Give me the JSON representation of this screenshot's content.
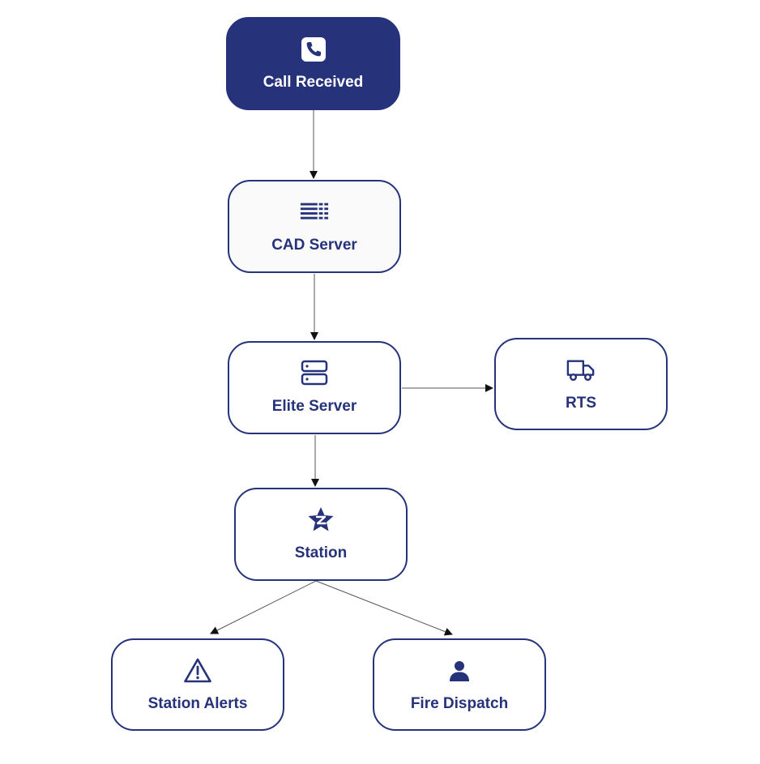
{
  "diagram": {
    "nodes": {
      "call_received": {
        "label": "Call Received",
        "icon": "phone-icon"
      },
      "cad_server": {
        "label": "CAD Server",
        "icon": "server-grid-icon"
      },
      "elite_server": {
        "label": "Elite Server",
        "icon": "server-stack-icon"
      },
      "rts": {
        "label": "RTS",
        "icon": "truck-icon"
      },
      "station": {
        "label": "Station",
        "icon": "star-z-icon"
      },
      "station_alerts": {
        "label": "Station Alerts",
        "icon": "warning-triangle-icon"
      },
      "fire_dispatch": {
        "label": "Fire Dispatch",
        "icon": "person-icon"
      }
    },
    "edges": [
      {
        "from": "Call Received",
        "to": "CAD Server"
      },
      {
        "from": "CAD Server",
        "to": "Elite Server"
      },
      {
        "from": "Elite Server",
        "to": "RTS"
      },
      {
        "from": "Elite Server",
        "to": "Station"
      },
      {
        "from": "Station",
        "to": "Station Alerts"
      },
      {
        "from": "Station",
        "to": "Fire Dispatch"
      }
    ],
    "colors": {
      "primary": "#26327a",
      "edge": "#222222",
      "background": "#ffffff"
    }
  }
}
